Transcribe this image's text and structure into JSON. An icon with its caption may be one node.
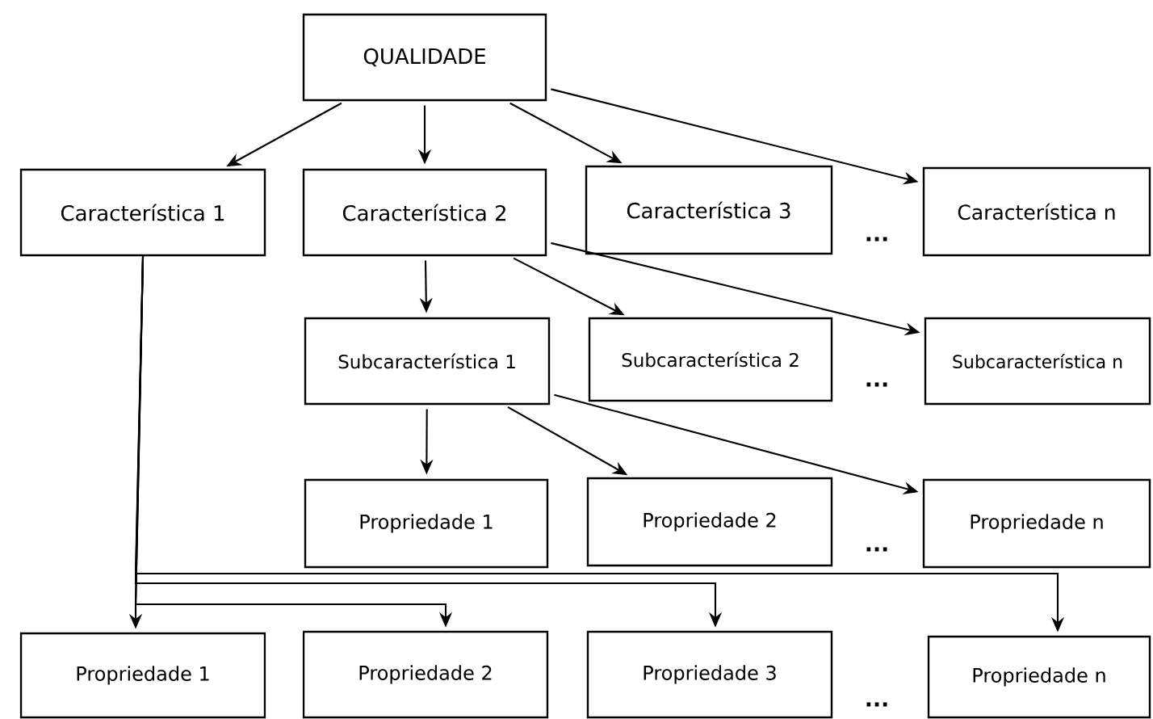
{
  "diagram": {
    "nodes": [
      {
        "text": [
          "QUALIDADE"
        ]
      },
      {
        "text": [
          "Característica 1"
        ]
      },
      {
        "text": [
          "Característica 2"
        ]
      },
      {
        "text": [
          "Característica 3"
        ]
      },
      {
        "text": [
          "Característica n"
        ]
      },
      {
        "text": [
          "Subcaracterística 1"
        ]
      },
      {
        "text": [
          "Subcaracterística 2"
        ]
      },
      {
        "text": [
          "Subcaracterística n"
        ]
      },
      {
        "text": [
          "Propriedade 1"
        ]
      },
      {
        "text": [
          "Propriedade 2"
        ]
      },
      {
        "text": [
          "Propriedade n"
        ]
      },
      {
        "text": [
          "Propriedade 1"
        ]
      },
      {
        "text": [
          "Propriedade 2"
        ]
      },
      {
        "text": [
          "Propriedade 3"
        ]
      },
      {
        "text": [
          "Propriedade n"
        ]
      }
    ],
    "edges": [
      {
        "from": 0,
        "to": 1,
        "arrow": "to"
      },
      {
        "from": 0,
        "to": 2,
        "arrow": "to"
      },
      {
        "from": 0,
        "to": 3,
        "arrow": "to"
      },
      {
        "from": 0,
        "to": 4,
        "arrow": "to"
      },
      {
        "from": 2,
        "to": 5,
        "arrow": "to"
      },
      {
        "from": 2,
        "to": 6,
        "arrow": "to"
      },
      {
        "from": 2,
        "to": 7,
        "arrow": "to"
      },
      {
        "from": 5,
        "to": 8,
        "arrow": "to"
      },
      {
        "from": 5,
        "to": 9,
        "arrow": "to"
      },
      {
        "from": 5,
        "to": 10,
        "arrow": "to"
      },
      {
        "from": 1,
        "to": 11,
        "arrow": "to"
      },
      {
        "from": 1,
        "to": 12,
        "arrow": "to"
      },
      {
        "from": 1,
        "to": 13,
        "arrow": "to"
      },
      {
        "from": 1,
        "to": 14,
        "arrow": "to"
      }
    ],
    "labels": [
      "...",
      "...",
      "...",
      "..."
    ]
  }
}
